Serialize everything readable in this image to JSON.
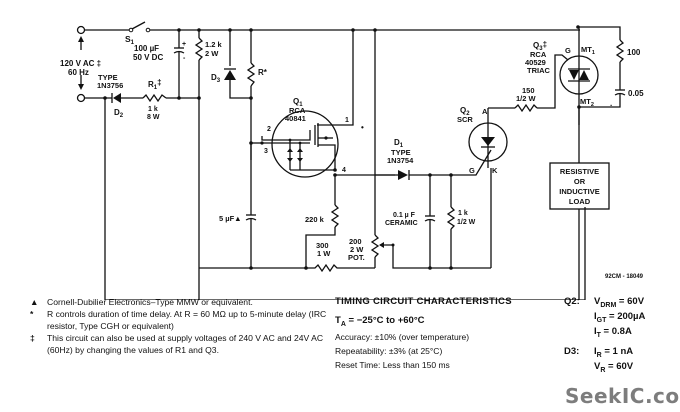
{
  "schematic": {
    "source": {
      "voltage": "120 V AC",
      "mark": "‡",
      "freq": "60 Hz"
    },
    "switch": {
      "ref": "S",
      "idx": "1"
    },
    "c_main": {
      "value": "100 µF",
      "rating": "50 V DC",
      "plus": "+",
      "minus": "-"
    },
    "r_12k": {
      "value": "1.2 k",
      "rating": "2 W"
    },
    "d3": {
      "ref": "D",
      "idx": "3"
    },
    "r_star": {
      "label": "R*"
    },
    "d2": {
      "type_label": "TYPE",
      "part": "1N3756",
      "ref": "D",
      "idx": "2"
    },
    "r1": {
      "ref": "R",
      "idx": "1",
      "mark": "‡",
      "value": "1 k",
      "rating": "8 W"
    },
    "q1": {
      "ref": "Q",
      "idx": "1",
      "maker": "RCA",
      "part": "40841",
      "pins": [
        "1",
        "2",
        "3",
        "4"
      ]
    },
    "c_5uf": {
      "value": "5 µF▲"
    },
    "r_220k": {
      "value": "220 k"
    },
    "r_300": {
      "value": "300",
      "rating": "1 W"
    },
    "pot": {
      "value": "200",
      "rating": "2 W",
      "type": "POT."
    },
    "d1": {
      "ref": "D",
      "idx": "1",
      "type_label": "TYPE",
      "part": "1N3754"
    },
    "c_01": {
      "value": "0.1 µ F",
      "type": "CERAMIC"
    },
    "r_1k_half": {
      "value": "1 k",
      "rating": "1/2 W"
    },
    "q2": {
      "ref": "Q",
      "idx": "2",
      "type": "SCR",
      "pin_a": "A",
      "pin_g": "G",
      "pin_k": "K"
    },
    "r_150": {
      "value": "150",
      "rating": "1/2 W"
    },
    "q3": {
      "ref": "Q",
      "idx": "3",
      "mark": "‡",
      "maker": "RCA",
      "part": "40529",
      "type": "TRIAC",
      "pin_g": "G",
      "pin_mt1": "MT",
      "pin_mt1_idx": "1",
      "pin_mt2": "MT",
      "pin_mt2_idx": "2"
    },
    "r_100": {
      "value": "100"
    },
    "c_005": {
      "value": "0.05"
    },
    "load": {
      "line1": "RESISTIVE",
      "line2": "OR",
      "line3": "INDUCTIVE",
      "line4": "LOAD"
    },
    "drawing_number": "92CM - 18049"
  },
  "notes": [
    {
      "symbol": "▲",
      "text": "Cornell-Dubilier Electronics–Type MMW or equivalent."
    },
    {
      "symbol": "*",
      "text": "R controls duration of time delay. At R = 60 MΩ up to 5-minute delay (IRC resistor, Type CGH or equivalent)"
    },
    {
      "symbol": "‡",
      "text": "This circuit can also be used at supply voltages of 240 V AC and 24V AC (60Hz) by changing the values of R1 and Q3."
    }
  ],
  "timing": {
    "title": "TIMING CIRCUIT CHARACTERISTICS",
    "ta_label": "T",
    "ta_sub": "A",
    "ta_value": " = −25°C to +60°C",
    "accuracy": "Accuracy: ±10% (over temperature)",
    "repeatability": "Repeatability: ±3% (at 25°C)",
    "reset": "Reset Time: Less than 150 ms"
  },
  "specs": {
    "q2": {
      "label": "Q2:",
      "items": [
        {
          "sym": "V",
          "sub": "DRM",
          "val": " = 60V"
        },
        {
          "sym": "I",
          "sub": "GT",
          "val": " = 200µA"
        },
        {
          "sym": "I",
          "sub": "T",
          "val": " = 0.8A"
        }
      ]
    },
    "d3": {
      "label": "D3:",
      "items": [
        {
          "sym": "I",
          "sub": "R",
          "val": " = 1 nA"
        },
        {
          "sym": "V",
          "sub": "R",
          "val": " = 60V"
        }
      ]
    }
  },
  "watermark": "SeekIC.com"
}
